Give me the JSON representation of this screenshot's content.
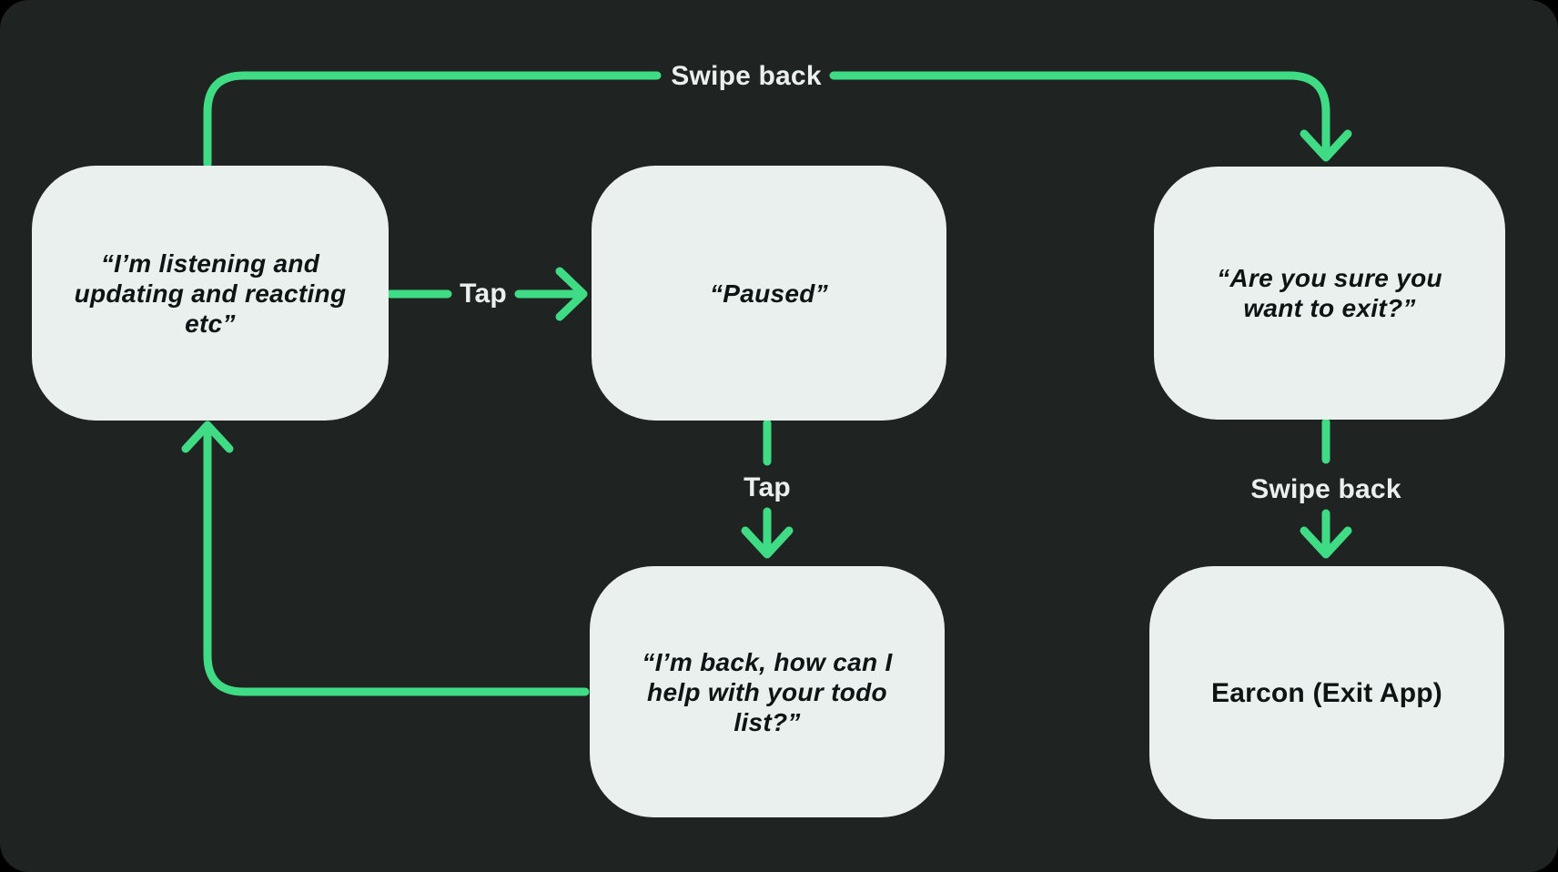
{
  "nodes": {
    "listening": {
      "text": "“I’m listening and\nupdating and reacting\netc”"
    },
    "paused": {
      "text": "“Paused”"
    },
    "exit_confirm": {
      "text": "“Are you sure you\nwant to exit?”"
    },
    "back": {
      "text": "“I’m back, how can I\nhelp with your todo\nlist?”"
    },
    "earcon": {
      "text": "Earcon (Exit App)"
    }
  },
  "edges": {
    "swipe_back_top": {
      "label": "Swipe back"
    },
    "tap_horizontal": {
      "label": "Tap"
    },
    "tap_vertical": {
      "label": "Tap"
    },
    "swipe_back_right": {
      "label": "Swipe back"
    }
  },
  "colors": {
    "background": "#1F2423",
    "node_fill": "#E9F0ED",
    "node_text": "#0E1413",
    "accent": "#40DC85",
    "label_text": "#E9F0ED"
  }
}
